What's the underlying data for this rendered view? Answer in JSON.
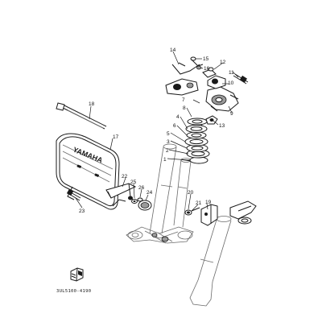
{
  "diagram": {
    "reference_code": "3UL5100-4190",
    "plate_brand": "YAMAHA",
    "callouts": [
      "1",
      "2",
      "3",
      "4",
      "5",
      "6",
      "7",
      "8",
      "9",
      "10",
      "11",
      "12",
      "13",
      "14",
      "15",
      "16",
      "17",
      "18",
      "19",
      "20",
      "21",
      "22",
      "23",
      "24",
      "25",
      "26"
    ]
  }
}
